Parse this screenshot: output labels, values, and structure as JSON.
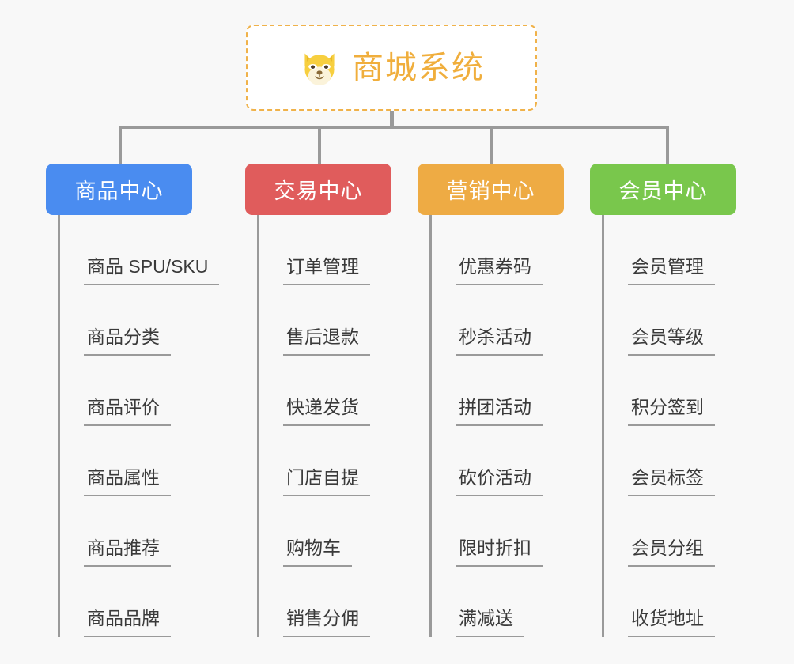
{
  "page": {
    "background_color": "#f8f8f8",
    "type": "mindmap"
  },
  "root": {
    "title": "商城系统",
    "icon": "shiba-dog-face-emoji",
    "border_color": "#f0b24a",
    "text_color": "#f0ae3c",
    "background_color": "#ffffff"
  },
  "connector": {
    "color": "#9a9a9a"
  },
  "branches": [
    {
      "label": "商品中心",
      "color": "#4a8cf0",
      "items": [
        "商品 SPU/SKU",
        "商品分类",
        "商品评价",
        "商品属性",
        "商品推荐",
        "商品品牌"
      ]
    },
    {
      "label": "交易中心",
      "color": "#e05c5c",
      "items": [
        "订单管理",
        "售后退款",
        "快递发货",
        "门店自提",
        "购物车",
        "销售分佣"
      ]
    },
    {
      "label": "营销中心",
      "color": "#eeab44",
      "items": [
        "优惠券码",
        "秒杀活动",
        "拼团活动",
        "砍价活动",
        "限时折扣",
        "满减送"
      ]
    },
    {
      "label": "会员中心",
      "color": "#79c74c",
      "items": [
        "会员管理",
        "会员等级",
        "积分签到",
        "会员标签",
        "会员分组",
        "收货地址"
      ]
    }
  ]
}
